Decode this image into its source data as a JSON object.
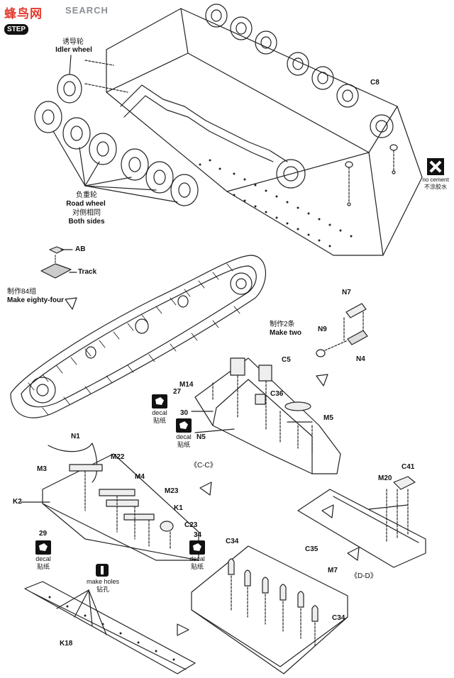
{
  "header": {
    "logo_text": "蜂鸟网",
    "logo_search": "SEARCH",
    "step_label": "STEP",
    "colors": {
      "logo": "#e23b2e",
      "search": "#8a8f96"
    }
  },
  "labels": {
    "idler_cn": "诱导轮",
    "idler_en": "Idler wheel",
    "road_cn": "负重轮",
    "road_en": "Road wheel",
    "both_cn": "对侧相同",
    "both_en": "Both sides",
    "c8": "C8",
    "nocement_en": "no cement",
    "nocement_cn": "不涂胶水",
    "ab": "AB",
    "track": "Track",
    "make84_cn": "制作84组",
    "make84_en": "Make eighty-four",
    "n7": "N7",
    "n9": "N9",
    "n4": "N4",
    "make2_cn": "制作2条",
    "make2_en": "Make two",
    "c5": "C5",
    "m14": "M14",
    "n27": "27",
    "c36": "C36",
    "decal_en_1": "decal",
    "decal_cn_1": "贴纸",
    "n30": "30",
    "m5": "M5",
    "decal_en_2": "decal",
    "decal_cn_2": "贴纸",
    "n5": "N5",
    "cc": "《C-C》",
    "n1": "N1",
    "m22": "M22",
    "m3": "M3",
    "m4": "M4",
    "m23": "M23",
    "k2": "K2",
    "k1": "K1",
    "c23": "C23",
    "n29": "29",
    "n34": "34",
    "decal_en_3": "decal",
    "decal_cn_3": "贴纸",
    "decal_en_4": "decal",
    "decal_cn_4": "贴纸",
    "c41": "C41",
    "m20": "M20",
    "dd": "《D-D》",
    "make_holes_en": "make holes",
    "make_holes_cn": "钻孔",
    "c34a": "C34",
    "c35": "C35",
    "m7": "M7",
    "c34b": "C34",
    "k18": "K18"
  }
}
